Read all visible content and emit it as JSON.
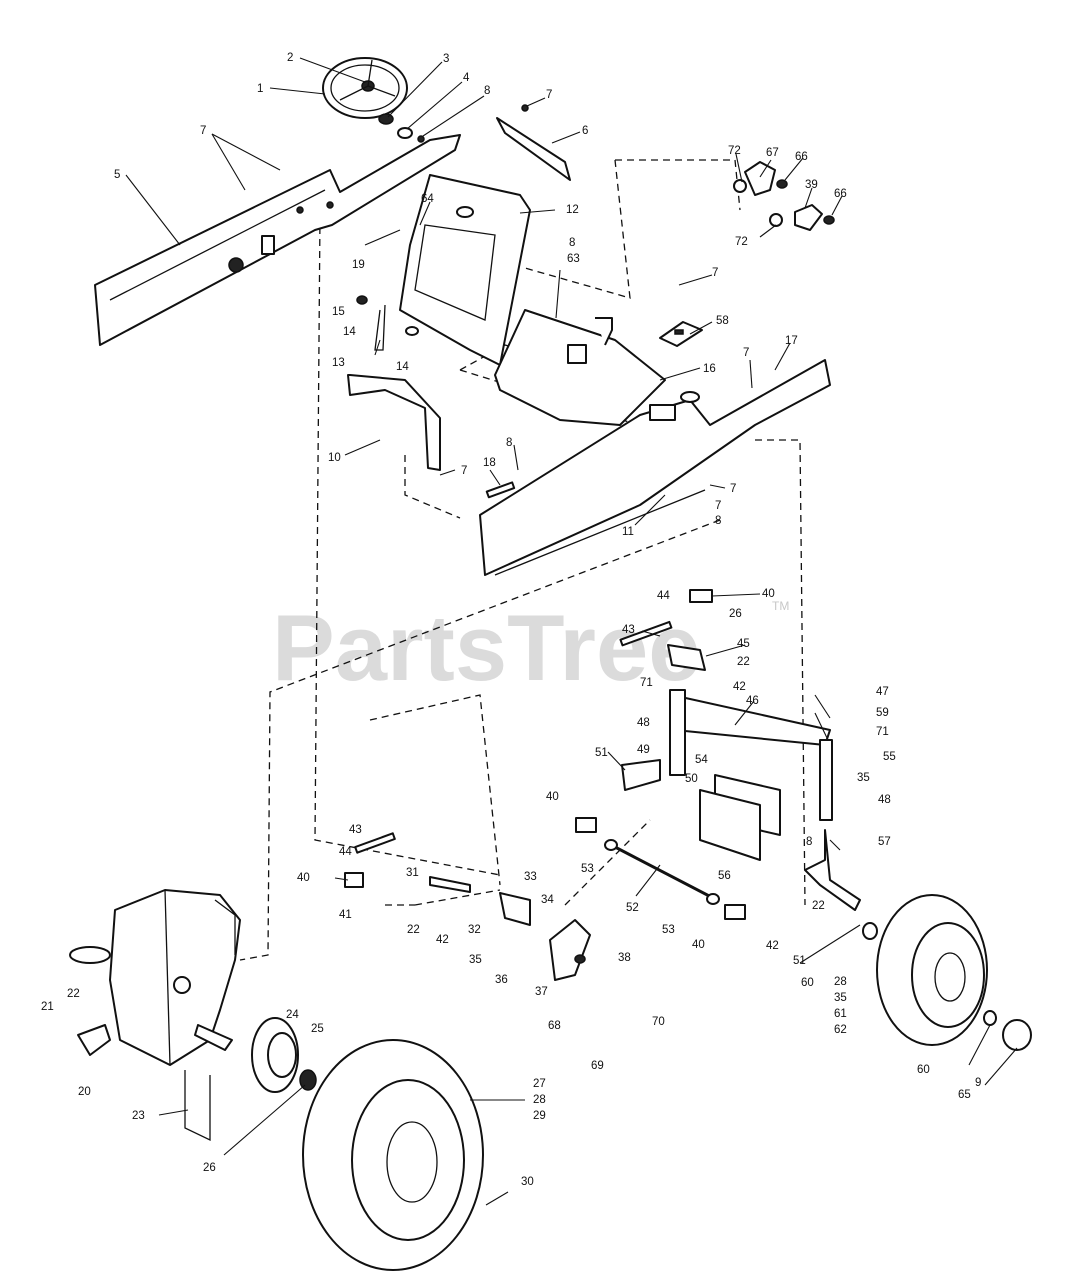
{
  "watermark": {
    "text": "PartsTree",
    "trademark": "TM"
  },
  "callouts": {
    "c1": "1",
    "c2": "2",
    "c3": "3",
    "c4": "4",
    "c5": "5",
    "c6": "6",
    "c7a": "7",
    "c7b": "7",
    "c7c": "7",
    "c7d": "7",
    "c7e": "7",
    "c7f": "7",
    "c7g": "7",
    "c8a": "8",
    "c8b": "8",
    "c8c": "8",
    "c8d": "8",
    "c8e": "8",
    "c9": "9",
    "c10": "10",
    "c11": "11",
    "c12": "12",
    "c13": "13",
    "c14a": "14",
    "c14b": "14",
    "c15": "15",
    "c16": "16",
    "c17": "17",
    "c18": "18",
    "c19": "19",
    "c20": "20",
    "c21": "21",
    "c22a": "22",
    "c22b": "22",
    "c22c": "22",
    "c22d": "22",
    "c23": "23",
    "c24": "24",
    "c25": "25",
    "c26a": "26",
    "c26b": "26",
    "c27": "27",
    "c28a": "28",
    "c28b": "28",
    "c29": "29",
    "c30": "30",
    "c31": "31",
    "c32": "32",
    "c33": "33",
    "c34": "34",
    "c35a": "35",
    "c35b": "35",
    "c35c": "35",
    "c36": "36",
    "c37": "37",
    "c38": "38",
    "c39": "39",
    "c40a": "40",
    "c40b": "40",
    "c40c": "40",
    "c40d": "40",
    "c41": "41",
    "c42a": "42",
    "c42b": "42",
    "c42c": "42",
    "c43a": "43",
    "c43b": "43",
    "c44a": "44",
    "c44b": "44",
    "c45": "45",
    "c46": "46",
    "c47": "47",
    "c48a": "48",
    "c48b": "48",
    "c49": "49",
    "c50": "50",
    "c51a": "51",
    "c51b": "51",
    "c52": "52",
    "c53a": "53",
    "c53b": "53",
    "c54": "54",
    "c55": "55",
    "c56": "56",
    "c57": "57",
    "c58": "58",
    "c59": "59",
    "c60a": "60",
    "c60b": "60",
    "c61": "61",
    "c62": "62",
    "c63": "63",
    "c64": "64",
    "c65": "65",
    "c66a": "66",
    "c66b": "66",
    "c67": "67",
    "c68": "68",
    "c69": "69",
    "c70": "70",
    "c71a": "71",
    "c71b": "71",
    "c72a": "72",
    "c72b": "72"
  }
}
